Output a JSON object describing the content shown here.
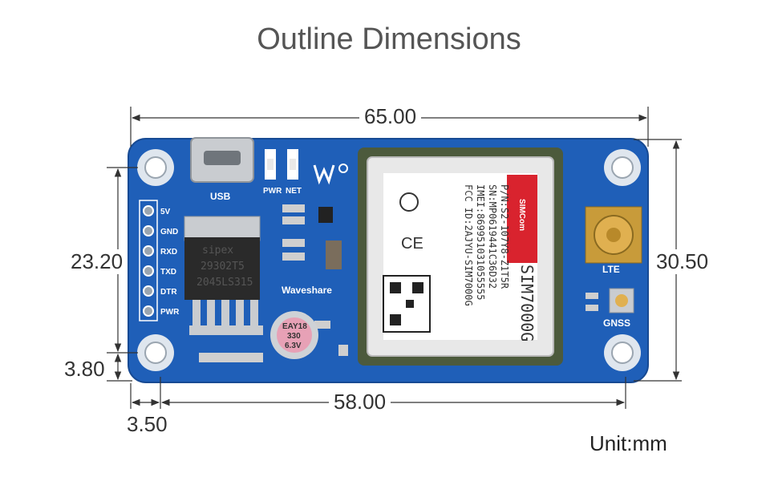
{
  "title": "Outline Dimensions",
  "dimensions": {
    "width_total": "65.00",
    "width_holes": "58.00",
    "height_total": "30.50",
    "height_holes": "23.20",
    "hole_offset_y": "3.80",
    "hole_offset_x": "3.50"
  },
  "unit_label": "Unit:mm",
  "board": {
    "usb_label": "USB",
    "pwr_label": "PWR",
    "net_label": "NET",
    "brand_label": "Waveshare",
    "lte_label": "LTE",
    "gnss_label": "GNSS",
    "pins": [
      "5V",
      "GND",
      "RXD",
      "TXD",
      "DTR",
      "PWR"
    ],
    "regulator_brand": "sipex",
    "regulator_lines": [
      "29302T5",
      "2045LS315"
    ],
    "cap_lines": [
      "EAY18",
      "330",
      "6.3V"
    ],
    "module": {
      "brand": "SIMCom",
      "model": "SIM7000G",
      "lines": [
        "P/N:S2-107Y8-Z1T5R",
        "SN:MP0619441C36D32",
        "IMEI:869951031055555",
        "FCC ID:2AJYU-SIM7000G"
      ]
    }
  },
  "colors": {
    "pcb": "#1f5fb8",
    "module_shield": "#e6e6e6",
    "module_red": "#d9232e",
    "dimension_line": "#333333"
  }
}
